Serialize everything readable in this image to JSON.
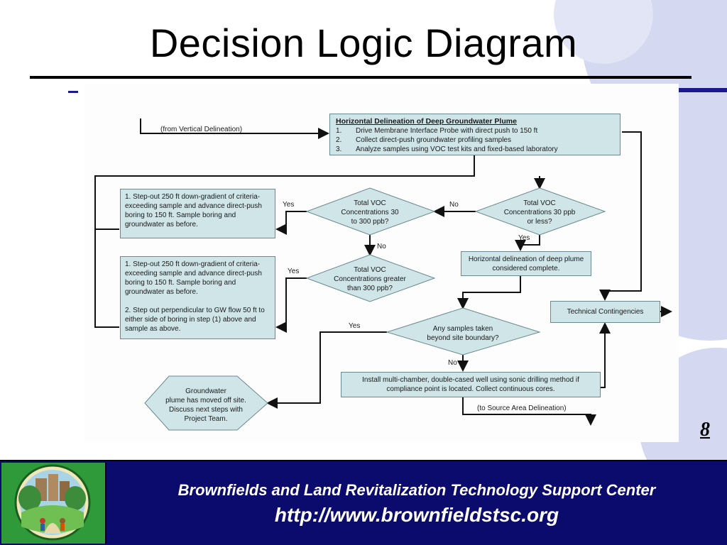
{
  "slide": {
    "title": "Decision Logic Diagram",
    "page_number": "8",
    "colors": {
      "accent": "#0b0b6e",
      "box_fill": "#cfe5e8",
      "deco": "#d4d8f0"
    }
  },
  "diagram": {
    "input_label": "(from Vertical Delineation)",
    "main_box": {
      "heading": "Horizontal Delineation of Deep Groundwater Plume",
      "steps": [
        {
          "num": "1.",
          "text": "Drive Membrane Interface Probe with direct push to 150 ft"
        },
        {
          "num": "2.",
          "text": "Collect direct-push groundwater profiling samples"
        },
        {
          "num": "3.",
          "text": "Analyze samples using VOC test kits and fixed-based laboratory"
        }
      ]
    },
    "decision_30ppb": [
      "Total VOC",
      "Concentrations 30 ppb",
      "or less?"
    ],
    "decision_30_300": [
      "Total VOC",
      "Concentrations 30",
      "to 300 ppb?"
    ],
    "decision_gt300": [
      "Total VOC",
      "Concentrations greater",
      "than 300 ppb?"
    ],
    "decision_boundary": [
      "Any samples taken",
      "beyond site boundary?"
    ],
    "stepout_box_1": "1. Step-out 250 ft down-gradient of criteria-exceeding sample and advance direct-push boring to 150 ft. Sample boring and groundwater as before.",
    "stepout_box_2": {
      "item1": "1. Step-out 250 ft down-gradient of criteria-exceeding sample and advance direct-push boring to 150 ft. Sample boring and groundwater as before.",
      "item2": "2. Step out perpendicular to GW flow 50 ft to either side of boring in step (1) above and sample as above."
    },
    "complete_box": "Horizontal delineation of deep plume considered complete.",
    "contingencies_box": "Technical Contingencies",
    "install_box": "Install multi-chamber, double-cased well using sonic drilling method if compliance point is located. Collect continuous cores.",
    "offsite_hex": [
      "Groundwater",
      "plume has moved off site.",
      "Discuss next steps with",
      "Project Team."
    ],
    "output_label": "(to Source Area Delineation)",
    "labels": {
      "yes": "Yes",
      "no": "No"
    }
  },
  "footer": {
    "org": "Brownfields and Land Revitalization Technology Support Center",
    "url": "http://www.brownfieldstsc.org",
    "logo": "brownfields-logo"
  }
}
